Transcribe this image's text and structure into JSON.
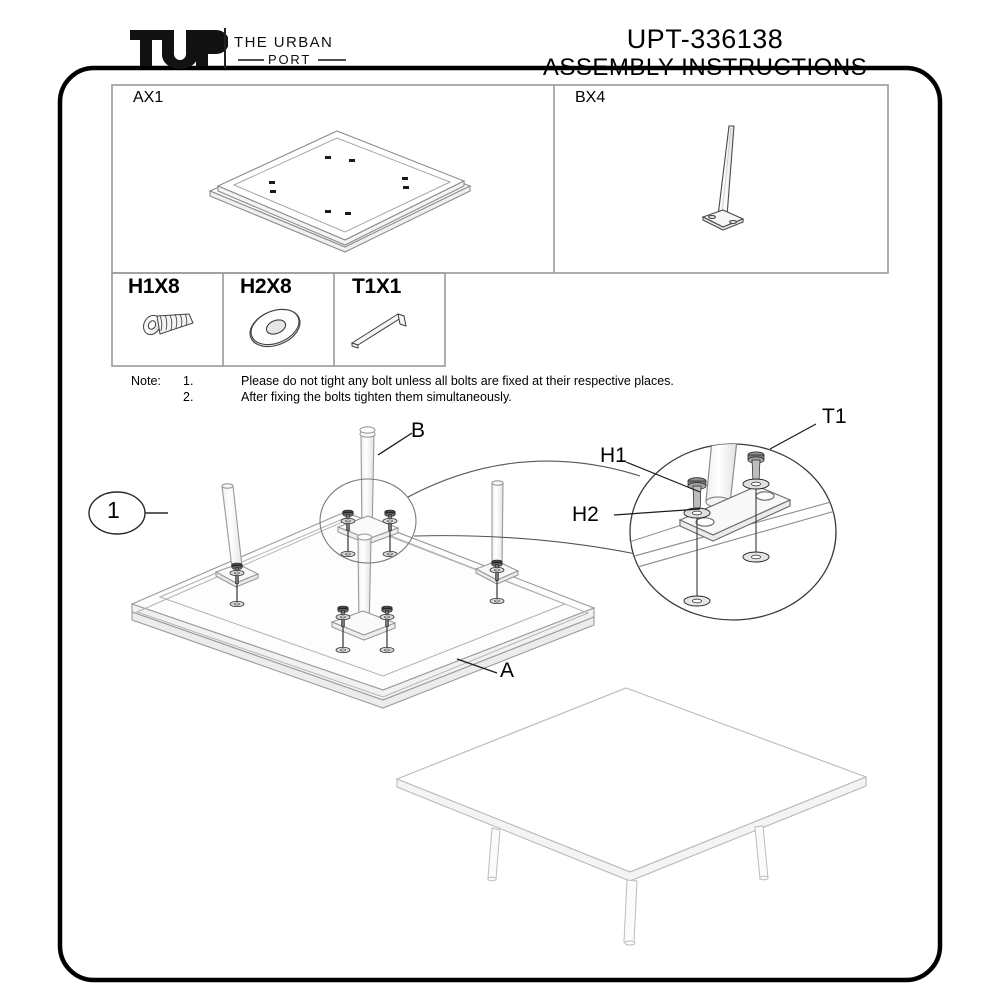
{
  "document": {
    "code": "UPT-336138",
    "subtitle": "ASSEMBLY INSTRUCTIONS"
  },
  "brand": {
    "mark": "TUP",
    "line1": "THE URBAN",
    "line2": "PORT"
  },
  "parts_table": {
    "rows": [
      {
        "cells": [
          {
            "label": "AX1",
            "part": "A",
            "qty": 1,
            "icon": "tabletop-icon"
          },
          {
            "label": "BX4",
            "part": "B",
            "qty": 4,
            "icon": "leg-icon"
          }
        ]
      },
      {
        "cells": [
          {
            "label": "H1X8",
            "part": "H1",
            "qty": 8,
            "icon": "bolt-icon"
          },
          {
            "label": "H2X8",
            "part": "H2",
            "qty": 8,
            "icon": "washer-icon"
          },
          {
            "label": "T1X1",
            "part": "T1",
            "qty": 1,
            "icon": "allen-key-icon"
          }
        ]
      }
    ]
  },
  "notes": {
    "heading": "Note:",
    "items": [
      {
        "num": "1.",
        "text": "Please do not tight any bolt unless all bolts are fixed at their respective places."
      },
      {
        "num": "2.",
        "text": "After fixing the bolts tighten them simultaneously."
      }
    ]
  },
  "step": {
    "number": "1"
  },
  "callouts": {
    "tabletop": "A",
    "leg": "B",
    "bolt": "H1",
    "washer": "H2",
    "tool": "T1"
  },
  "colors": {
    "border": "#000000",
    "table_line": "#9a9a9a",
    "drawing_line": "#8c8c8c",
    "drawing_dark": "#3a3a3a",
    "text": "#000000",
    "background": "#ffffff"
  }
}
